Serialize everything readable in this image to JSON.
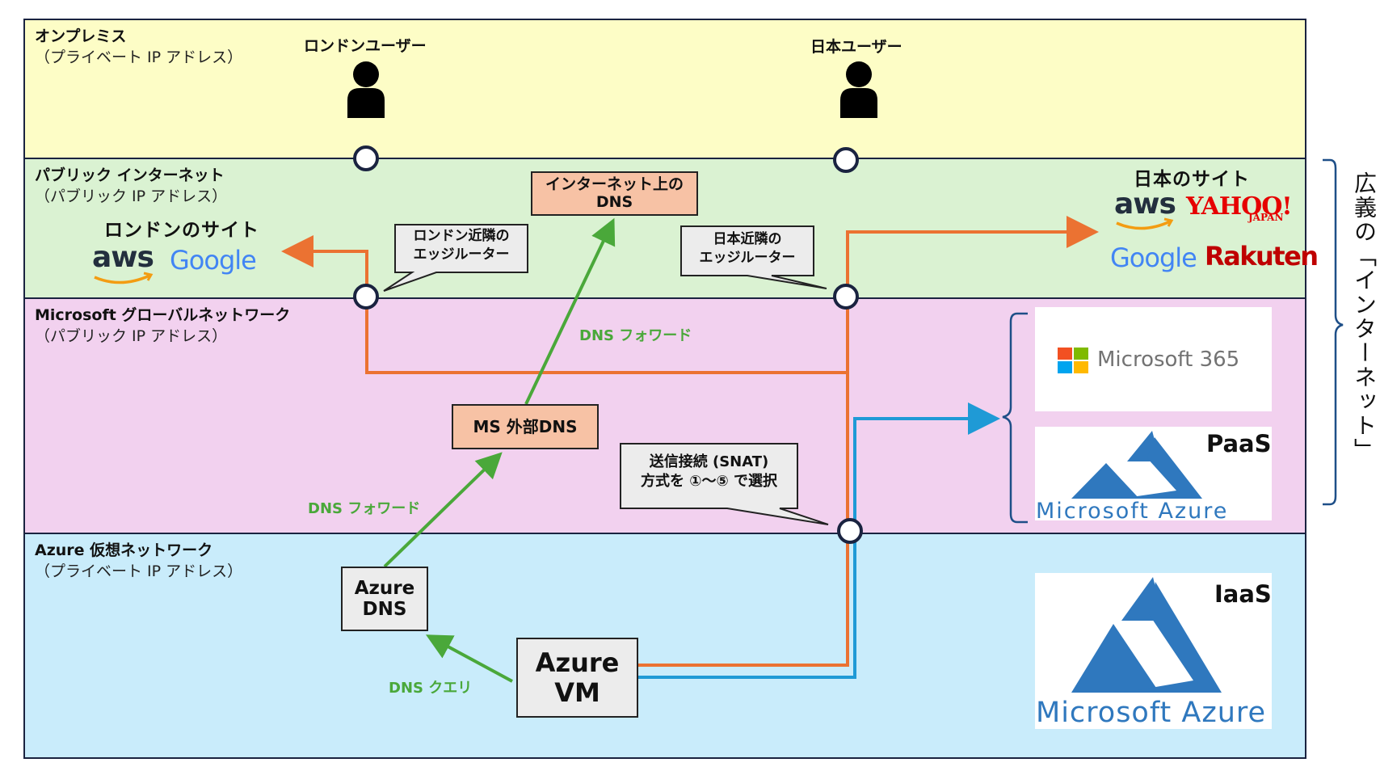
{
  "zones": {
    "onprem": {
      "title": "オンプレミス",
      "subtitle": "（プライベート IP アドレス）"
    },
    "internet": {
      "title": "パブリック インターネット",
      "subtitle": "（パブリック IP アドレス）"
    },
    "msgn": {
      "title": "Microsoft グローバルネットワーク",
      "subtitle": "（パブリック IP アドレス）"
    },
    "vnet": {
      "title": "Azure 仮想ネットワーク",
      "subtitle": "（プライベート IP アドレス）"
    }
  },
  "users": {
    "london": "ロンドンユーザー",
    "japan": "日本ユーザー"
  },
  "sites": {
    "london": "ロンドンのサイト",
    "japan": "日本のサイト"
  },
  "logos": {
    "aws": "aws",
    "google": "Google",
    "yahoo": "YAHOO!",
    "yahoo_sub": "JAPAN",
    "rakuten": "Rakuten",
    "m365": "Microsoft 365",
    "paas_label": "PaaS",
    "iaas_label": "IaaS",
    "azure_wordmark": "Microsoft Azure"
  },
  "boxes": {
    "internet_dns": {
      "line1": "インターネット上の",
      "line2": "DNS"
    },
    "ms_external_dns": "MS 外部DNS",
    "azure_dns": {
      "line1": "Azure",
      "line2": "DNS"
    },
    "azure_vm": {
      "line1": "Azure",
      "line2": "VM"
    }
  },
  "callouts": {
    "london_edge": {
      "line1": "ロンドン近隣の",
      "line2": "エッジルーター"
    },
    "japan_edge": {
      "line1": "日本近隣の",
      "line2": "エッジルーター"
    },
    "snat": {
      "line1": "送信接続 (SNAT)",
      "line2": "方式を ①～⑤ で選択"
    }
  },
  "flows": {
    "dns_forward_upper": "DNS フォワード",
    "dns_forward_lower": "DNS フォワード",
    "dns_query": "DNS クエリ"
  },
  "side_label": "広義の「インターネット」",
  "colors": {
    "onprem": "#fdfdc6",
    "internet": "#daf2d2",
    "msgn": "#f2d1ef",
    "vnet": "#c9ecfb",
    "orange_route": "#eb7232",
    "blue_route": "#1f9ad6",
    "green_dns": "#4aa83a",
    "azure_blue": "#2f78be",
    "box_salmon": "#f7c2a5",
    "box_gray": "#ececec"
  }
}
